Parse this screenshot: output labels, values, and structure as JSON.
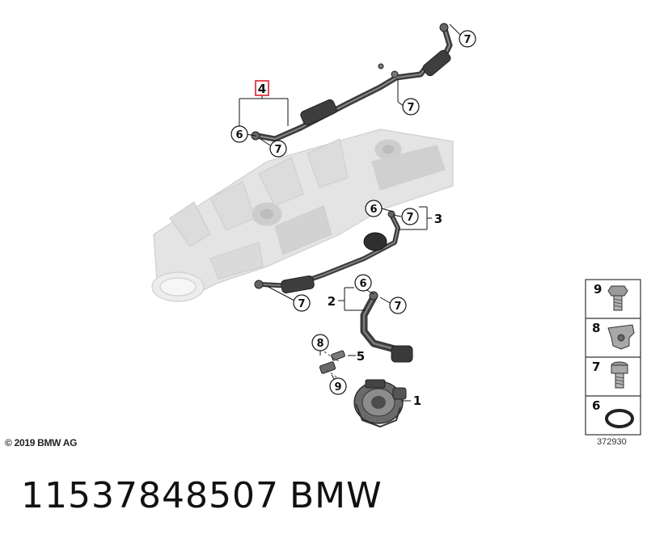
{
  "callouts": {
    "part_4": "4",
    "part_6a": "6",
    "part_7a": "7",
    "part_7b": "7",
    "part_7c": "7",
    "part_6b": "6",
    "part_7d": "7",
    "part_3": "3",
    "part_7e": "7",
    "part_2": "2",
    "part_6c": "6",
    "part_7f": "7",
    "part_8": "8",
    "part_5": "5",
    "part_9": "9",
    "part_1": "1"
  },
  "legend": {
    "items": [
      {
        "number": "9",
        "icon": "bolt-icon"
      },
      {
        "number": "8",
        "icon": "clip-nut-icon"
      },
      {
        "number": "7",
        "icon": "screw-icon"
      },
      {
        "number": "6",
        "icon": "o-ring-icon"
      }
    ]
  },
  "footer": {
    "copyright": "© 2019 BMW AG",
    "diagram_id": "372930",
    "part_number": "11537848507",
    "brand": "BMW"
  },
  "colors": {
    "highlight": "#d9111a",
    "hose": "#4a4a4a",
    "manifold": "#d6d6d6"
  }
}
